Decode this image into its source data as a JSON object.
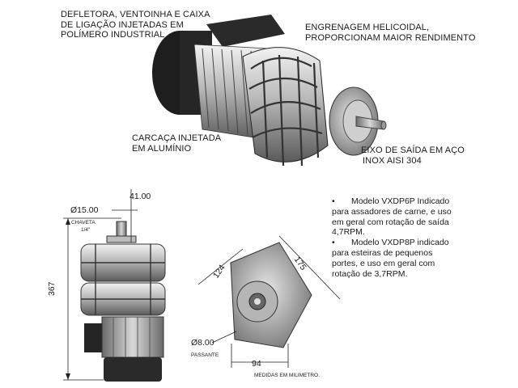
{
  "callouts": {
    "deflector": [
      "DEFLETORA, VENTOINHA E CAIXA",
      "DE LIGAÇÃO INJETADAS EM",
      "POLÍMERO INDUSTRIAL"
    ],
    "gearing": [
      "ENGRENAGEM HELICOIDAL,",
      "PROPORCIONAM MAIOR RENDIMENTO"
    ],
    "housing": [
      "CARCAÇA INJETADA",
      "EM ALUMÍNIO"
    ],
    "shaft": [
      "EIXO DE SAÍDA EM AÇO",
      "INOX AISI 304"
    ]
  },
  "dimensions": {
    "shaft_diameter": "Ø15.00",
    "shaft_length": "41.00",
    "key_label": "CHAVETA",
    "key_size": "1/4\"",
    "height": "367",
    "diag_a": "124",
    "diag_b": "175",
    "hole": "Ø8.00",
    "hole_note": "PASSANTE",
    "width": "94",
    "units_note": "MEDIDAS EM MILIMETRO."
  },
  "models": [
    {
      "bullet": "•",
      "text": [
        "Modelo VXDP6P Indicado",
        "para assadores de carne, e uso",
        "em geral com rotação de saída",
        "4,7RPM."
      ]
    },
    {
      "bullet": "•",
      "text": [
        "Modelo VXDP8P indicado",
        "para esteiras de pequenos",
        "portes, e uso em geral com",
        "rotação de 3,7RPM."
      ]
    }
  ]
}
